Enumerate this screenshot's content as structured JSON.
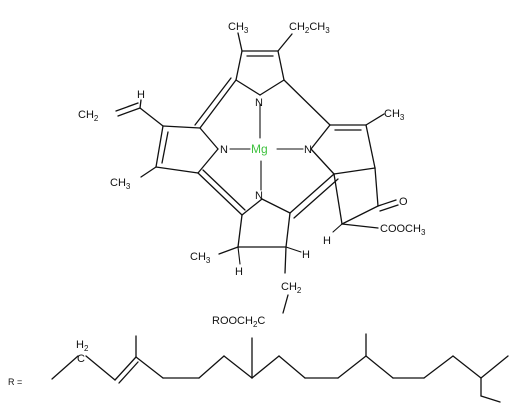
{
  "molecule": {
    "metal": "Mg",
    "methyl": "CH",
    "methyl_sub": "3",
    "ethyl_a": "CH",
    "ethyl_a_sub": "2",
    "ethyl_b": "CH",
    "ethyl_b_sub": "3",
    "vinyl_ch2": "CH",
    "vinyl_ch2_sub": "2",
    "vinyl_h": "H",
    "nitrogen": "N",
    "oxygen": "O",
    "ester": "COOCH",
    "ester_sub": "3",
    "hydrogen": "H",
    "ch2": "CH",
    "ch2_sub": "2",
    "ester_chain": "ROOCH",
    "ester_chain_sub": "2",
    "ester_chain_c": "C",
    "chain_h2": "H",
    "chain_h2_sub": "2",
    "chain_c": "C",
    "r_label": "R ="
  },
  "colors": {
    "metal": "#3fc23f",
    "bond": "#111111"
  }
}
